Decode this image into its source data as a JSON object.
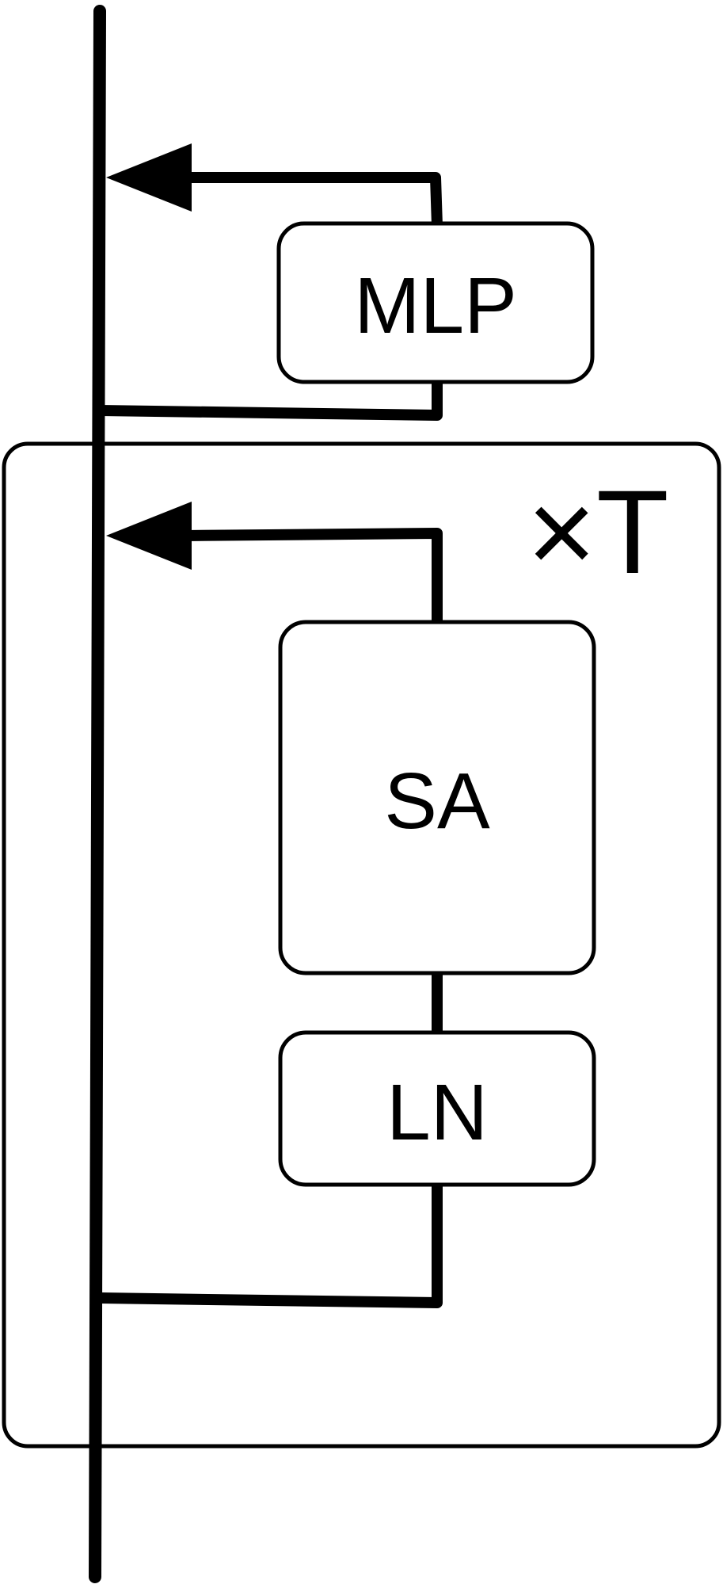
{
  "blocks": {
    "mlp": "MLP",
    "sa": "SA",
    "ln": "LN"
  },
  "repeat": {
    "multiplier": "×T"
  },
  "colors": {
    "stroke": "#000000",
    "background": "#ffffff"
  }
}
